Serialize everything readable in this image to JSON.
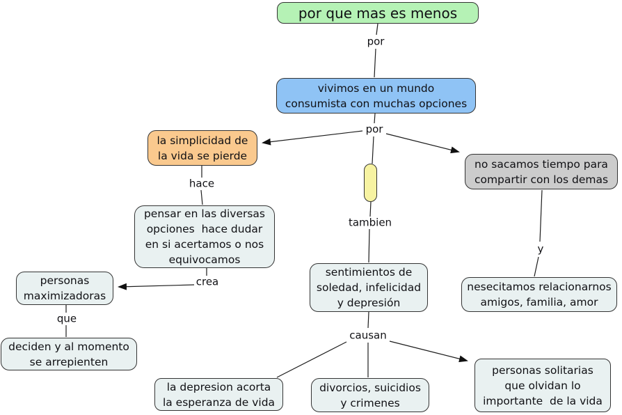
{
  "diagram": {
    "background": "#ffffff",
    "line_color": "#1c1c1c",
    "border_color": "#333333",
    "text_color": "#101014"
  },
  "nodes": {
    "root": {
      "label": "por que mas es menos",
      "color": "#b5f2b5"
    },
    "mundo": {
      "label": "vivimos en un mundo\nconsumista con muchas opciones",
      "color": "#8fc3f5"
    },
    "simplicidad": {
      "label": "la simplicidad de\nla vida se pierde",
      "color": "#fac98e"
    },
    "no_tiempo": {
      "label": "no sacamos tiempo para\ncompartir con los demas",
      "color": "#cccccc"
    },
    "pill": {
      "label": "",
      "color": "#f7f3a2"
    },
    "pensar": {
      "label": "pensar en las diversas\nopciones  hace dudar\nen si acertamos o nos\nequivocamos",
      "color": "#e9f1f1"
    },
    "maximizadoras": {
      "label": "personas\nmaximizadoras",
      "color": "#e9f1f1"
    },
    "deciden": {
      "label": "deciden y al momento\nse arrepienten",
      "color": "#e9f1f1"
    },
    "sentimientos": {
      "label": "sentimientos de\nsoledad, infelicidad\ny depresión",
      "color": "#e9f1f1"
    },
    "nesecitamos": {
      "label": "nesecitamos relacionarnos\namigos, familia, amor",
      "color": "#e9f1f1"
    },
    "depresion_acorta": {
      "label": "la depresion acorta\nla esperanza de vida",
      "color": "#e9f1f1"
    },
    "divorcios": {
      "label": "divorcios, suicidios\ny crimenes",
      "color": "#e9f1f1"
    },
    "solitarias": {
      "label": "personas solitarias\nque olvidan lo\nimportante  de la vida",
      "color": "#e9f1f1"
    }
  },
  "links": {
    "por_top": "por",
    "por_mid": "por",
    "hace": "hace",
    "crea": "crea",
    "que": "que",
    "tambien": "tambien",
    "y": "y",
    "causan": "causan"
  }
}
